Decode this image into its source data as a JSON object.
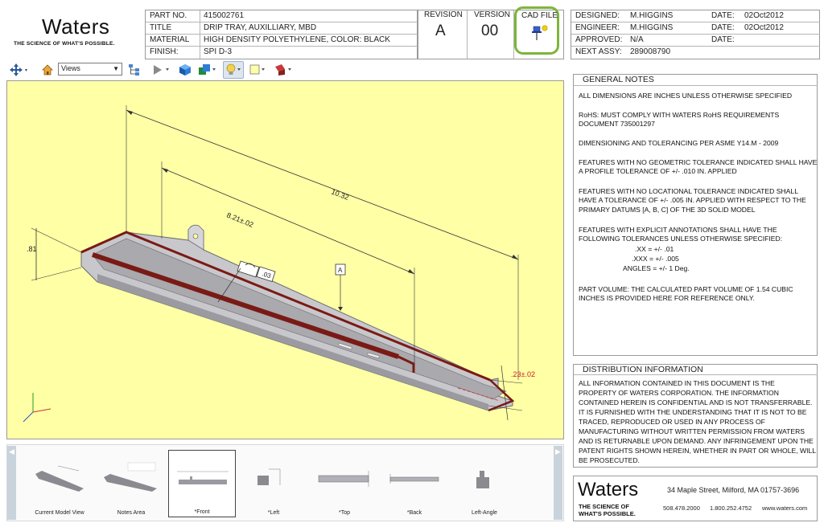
{
  "logo": {
    "word": "Waters",
    "tagline": "THE SCIENCE OF WHAT'S POSSIBLE."
  },
  "title_block": {
    "part_no_label": "PART NO.",
    "part_no": "415002761",
    "title_label": "TITLE",
    "title": "DRIP TRAY, AUXILLIARY, MBD",
    "material_label": "MATERIAL",
    "material": "HIGH DENSITY POLYETHYLENE, COLOR: BLACK",
    "finish_label": "FINISH:",
    "finish": "SPI D-3",
    "revision_label": "REVISION",
    "revision": "A",
    "version_label": "VERSION",
    "version": "00",
    "cad_label": "CAD FILE"
  },
  "approvals": {
    "designed_label": "DESIGNED:",
    "designed": "M.HIGGINS",
    "engineer_label": "ENGINEER:",
    "engineer": "M.HIGGINS",
    "approved_label": "APPROVED:",
    "approved": "N/A",
    "next_assy_label": "NEXT ASSY:",
    "next_assy": "289008790",
    "date_label": "DATE:",
    "date1": "02Oct2012",
    "date2": "02Oct2012",
    "date3": ""
  },
  "toolbar": {
    "views_value": "Views"
  },
  "viewport": {
    "dim_1032": "10.32",
    "dim_821": "8.21±.02",
    "dim_81": ".81",
    "dim_03": ".03",
    "datum_a": "A",
    "dim_23": ".23±.02"
  },
  "general_notes": {
    "title": "GENERAL NOTES",
    "n1": "ALL DIMENSIONS ARE INCHES UNLESS OTHERWISE SPECIFIED",
    "n2a": "RoHS: MUST COMPLY WITH WATERS RoHS REQUIREMENTS",
    "n2b": "DOCUMENT 735001297",
    "n3": "DIMENSIONING AND TOLERANCING PER ASME Y14.M - 2009",
    "n4a": "FEATURES WITH NO GEOMETRIC TOLERANCE INDICATED SHALL HAVE",
    "n4b": "A PROFILE TOLERANCE OF +/- .010 IN. APPLIED",
    "n5a": "FEATURES WITH NO LOCATIONAL TOLERANCE INDICATED SHALL",
    "n5b": "HAVE A TOLERANCE OF +/- .005 IN. APPLIED WITH RESPECT TO THE",
    "n5c": "PRIMARY DATUMS [A, B, C] OF THE 3D SOLID MODEL",
    "n6a": "FEATURES WITH EXPLICIT ANNOTATIONS SHALL HAVE THE",
    "n6b": "FOLLOWING TOLERANCES UNLESS OTHERWISE SPECIFIED:",
    "t1": ".XX = +/- .01",
    "t2": ".XXX = +/- .005",
    "t3": "ANGLES = +/- 1 Deg.",
    "n7a": "PART VOLUME: THE CALCULATED PART VOLUME OF 1.54 CUBIC",
    "n7b": "INCHES IS PROVIDED HERE FOR REFERENCE ONLY."
  },
  "distribution": {
    "title": "DISTRIBUTION INFORMATION",
    "l1": "ALL INFORMATION CONTAINED IN THIS DOCUMENT IS THE",
    "l2": "PROPERTY OF WATERS CORPORATION. THE INFORMATION",
    "l3": "CONTAINED HEREIN IS CONFIDENTIAL AND IS NOT TRANSFERRABLE.",
    "l4": "IT IS FURNISHED WITH THE UNDERSTANDING THAT IT IS NOT TO BE",
    "l5": "TRACED, REPRODUCED OR USED IN ANY PROCESS OF",
    "l6": "MANUFACTURING WITHOUT WRITTEN PERMISSION FROM WATERS",
    "l7": "AND IS RETURNABLE UPON DEMAND. ANY INFRINGEMENT UPON THE",
    "l8": "PATENT RIGHTS SHOWN HEREIN, WHETHER IN PART OR WHOLE, WILL",
    "l9": "BE PROSECUTED."
  },
  "footer": {
    "word": "Waters",
    "tag1": "THE SCIENCE OF",
    "tag2": "WHAT'S POSSIBLE.",
    "address": "34 Maple Street, Milford, MA 01757-3696",
    "phone1": "508.478.2000",
    "phone2": "1.800.252.4752",
    "web": "www.waters.com"
  },
  "thumbnails": {
    "t0": "Current Model View",
    "t1": "Notes Area",
    "t2": "*Front",
    "t3": "*Left",
    "t4": "*Top",
    "t5": "*Back",
    "t6": "Left-Angle"
  },
  "colors": {
    "viewport_bg": "#ffffa6",
    "highlight_ring": "#7db53a",
    "part_edge": "#7a1a14"
  }
}
